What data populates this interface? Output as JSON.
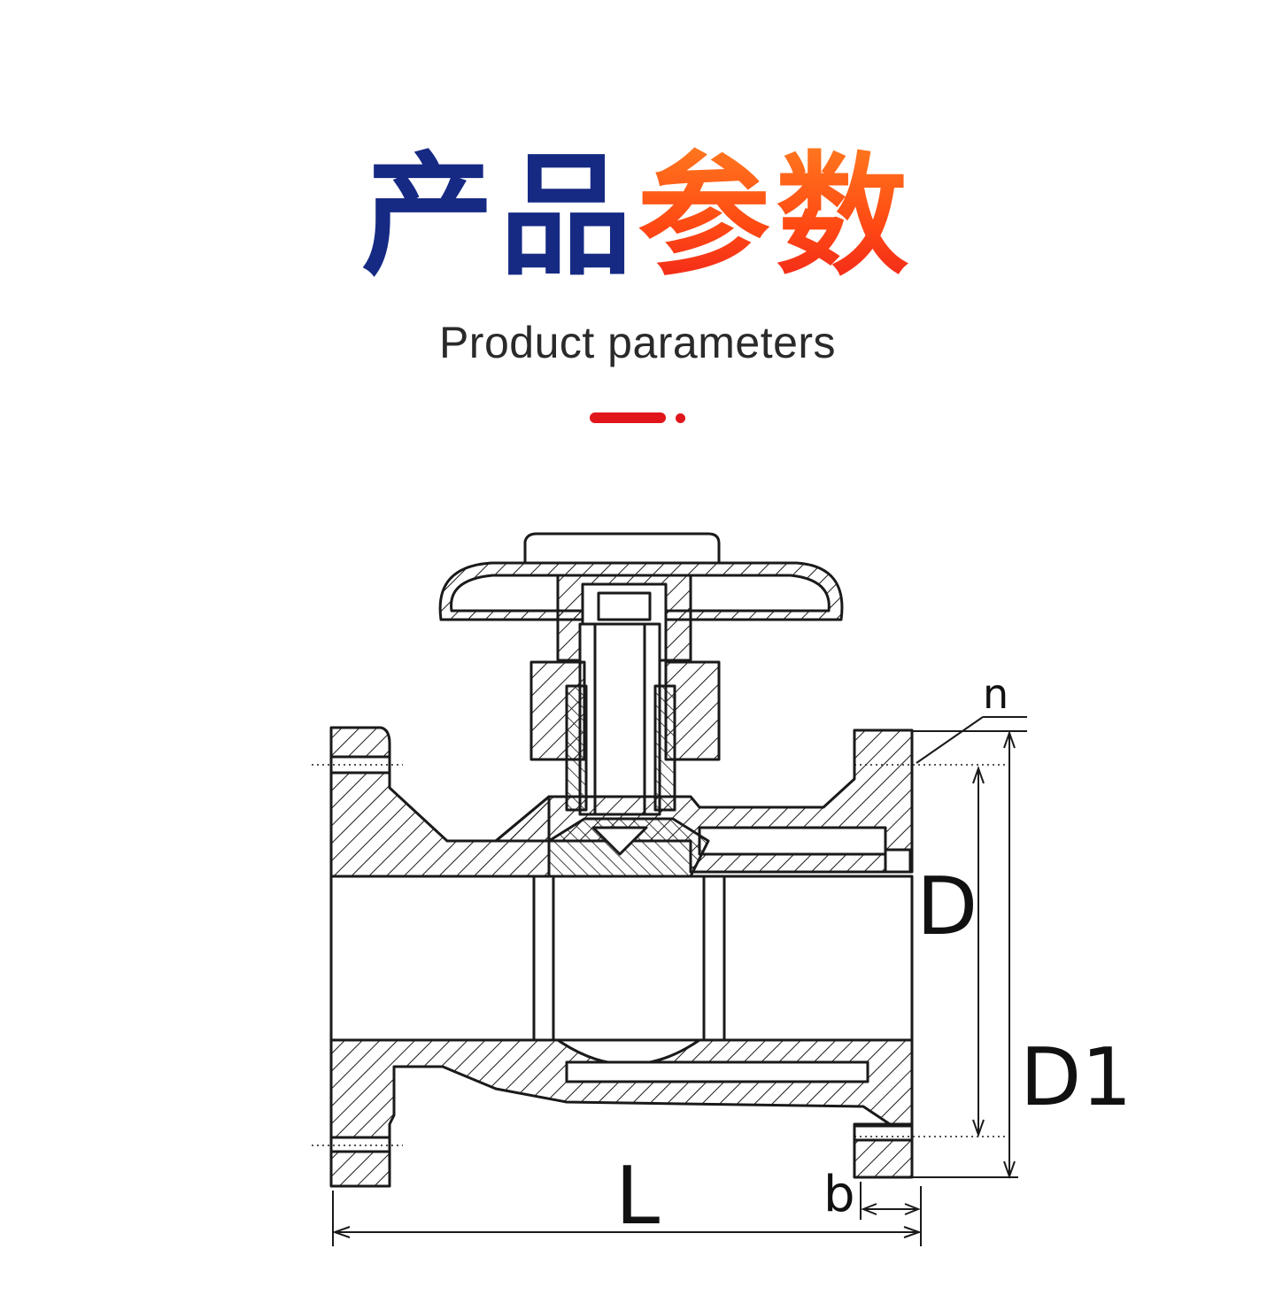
{
  "header": {
    "title_part1": "产品",
    "title_part2": "参数",
    "subtitle": "Product parameters"
  },
  "colors": {
    "title_blue": "#162a84",
    "title_orange_top": "#ff7a1f",
    "title_red_bottom": "#f0231a",
    "accent": "#e0161b",
    "line": "#1a1a1a"
  },
  "diagram": {
    "labels": {
      "n": "n",
      "D": "D",
      "D1": "D1",
      "L": "L",
      "b": "b"
    }
  }
}
